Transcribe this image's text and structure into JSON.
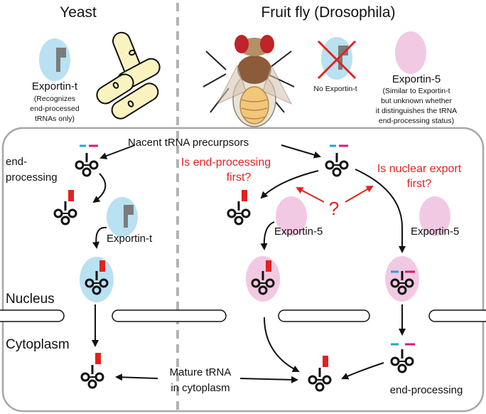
{
  "columns": {
    "yeast": "Yeast",
    "fly": "Fruit fly (Drosophila)"
  },
  "yeast_panel": {
    "exportin_label": "Exportin-t",
    "note_lines": [
      "(Recognizes",
      "end-processed",
      "tRNAs only)"
    ]
  },
  "fly_panel": {
    "no_exportin": "No Exportin-t",
    "exportin5_label": "Exportin-5",
    "note_lines": [
      "(Similar to Exportin-t",
      "but unknown whether",
      "it distinguishes the tRNA",
      "end-processing status)"
    ]
  },
  "flow": {
    "nacent": "Nacent tRNA precurpsors",
    "end_processing_top": [
      "end-",
      "processing"
    ],
    "exportin_t": "Exportin-t",
    "question_end_first": [
      "Is end-processing",
      "first?"
    ],
    "question_export_first": [
      "Is nuclear export",
      "first?"
    ],
    "question_mark": "?",
    "exportin5_left": "Exportin-5",
    "exportin5_right": "Exportin-5",
    "nucleus": "Nucleus",
    "cytoplasm": "Cytoplasm",
    "mature": [
      "Mature tRNA",
      "in cytoplasm"
    ],
    "end_processing_bottom": "end-processing"
  },
  "colors": {
    "exportin_t": "#b9e1f1",
    "exportin_5": "#f2c9e3",
    "tail_5prime": "#19a6dc",
    "tail_3prime": "#d9197f",
    "cca_tag": "#e0231f",
    "question": "#e0231f",
    "box_stroke": "#a7a7a7"
  }
}
